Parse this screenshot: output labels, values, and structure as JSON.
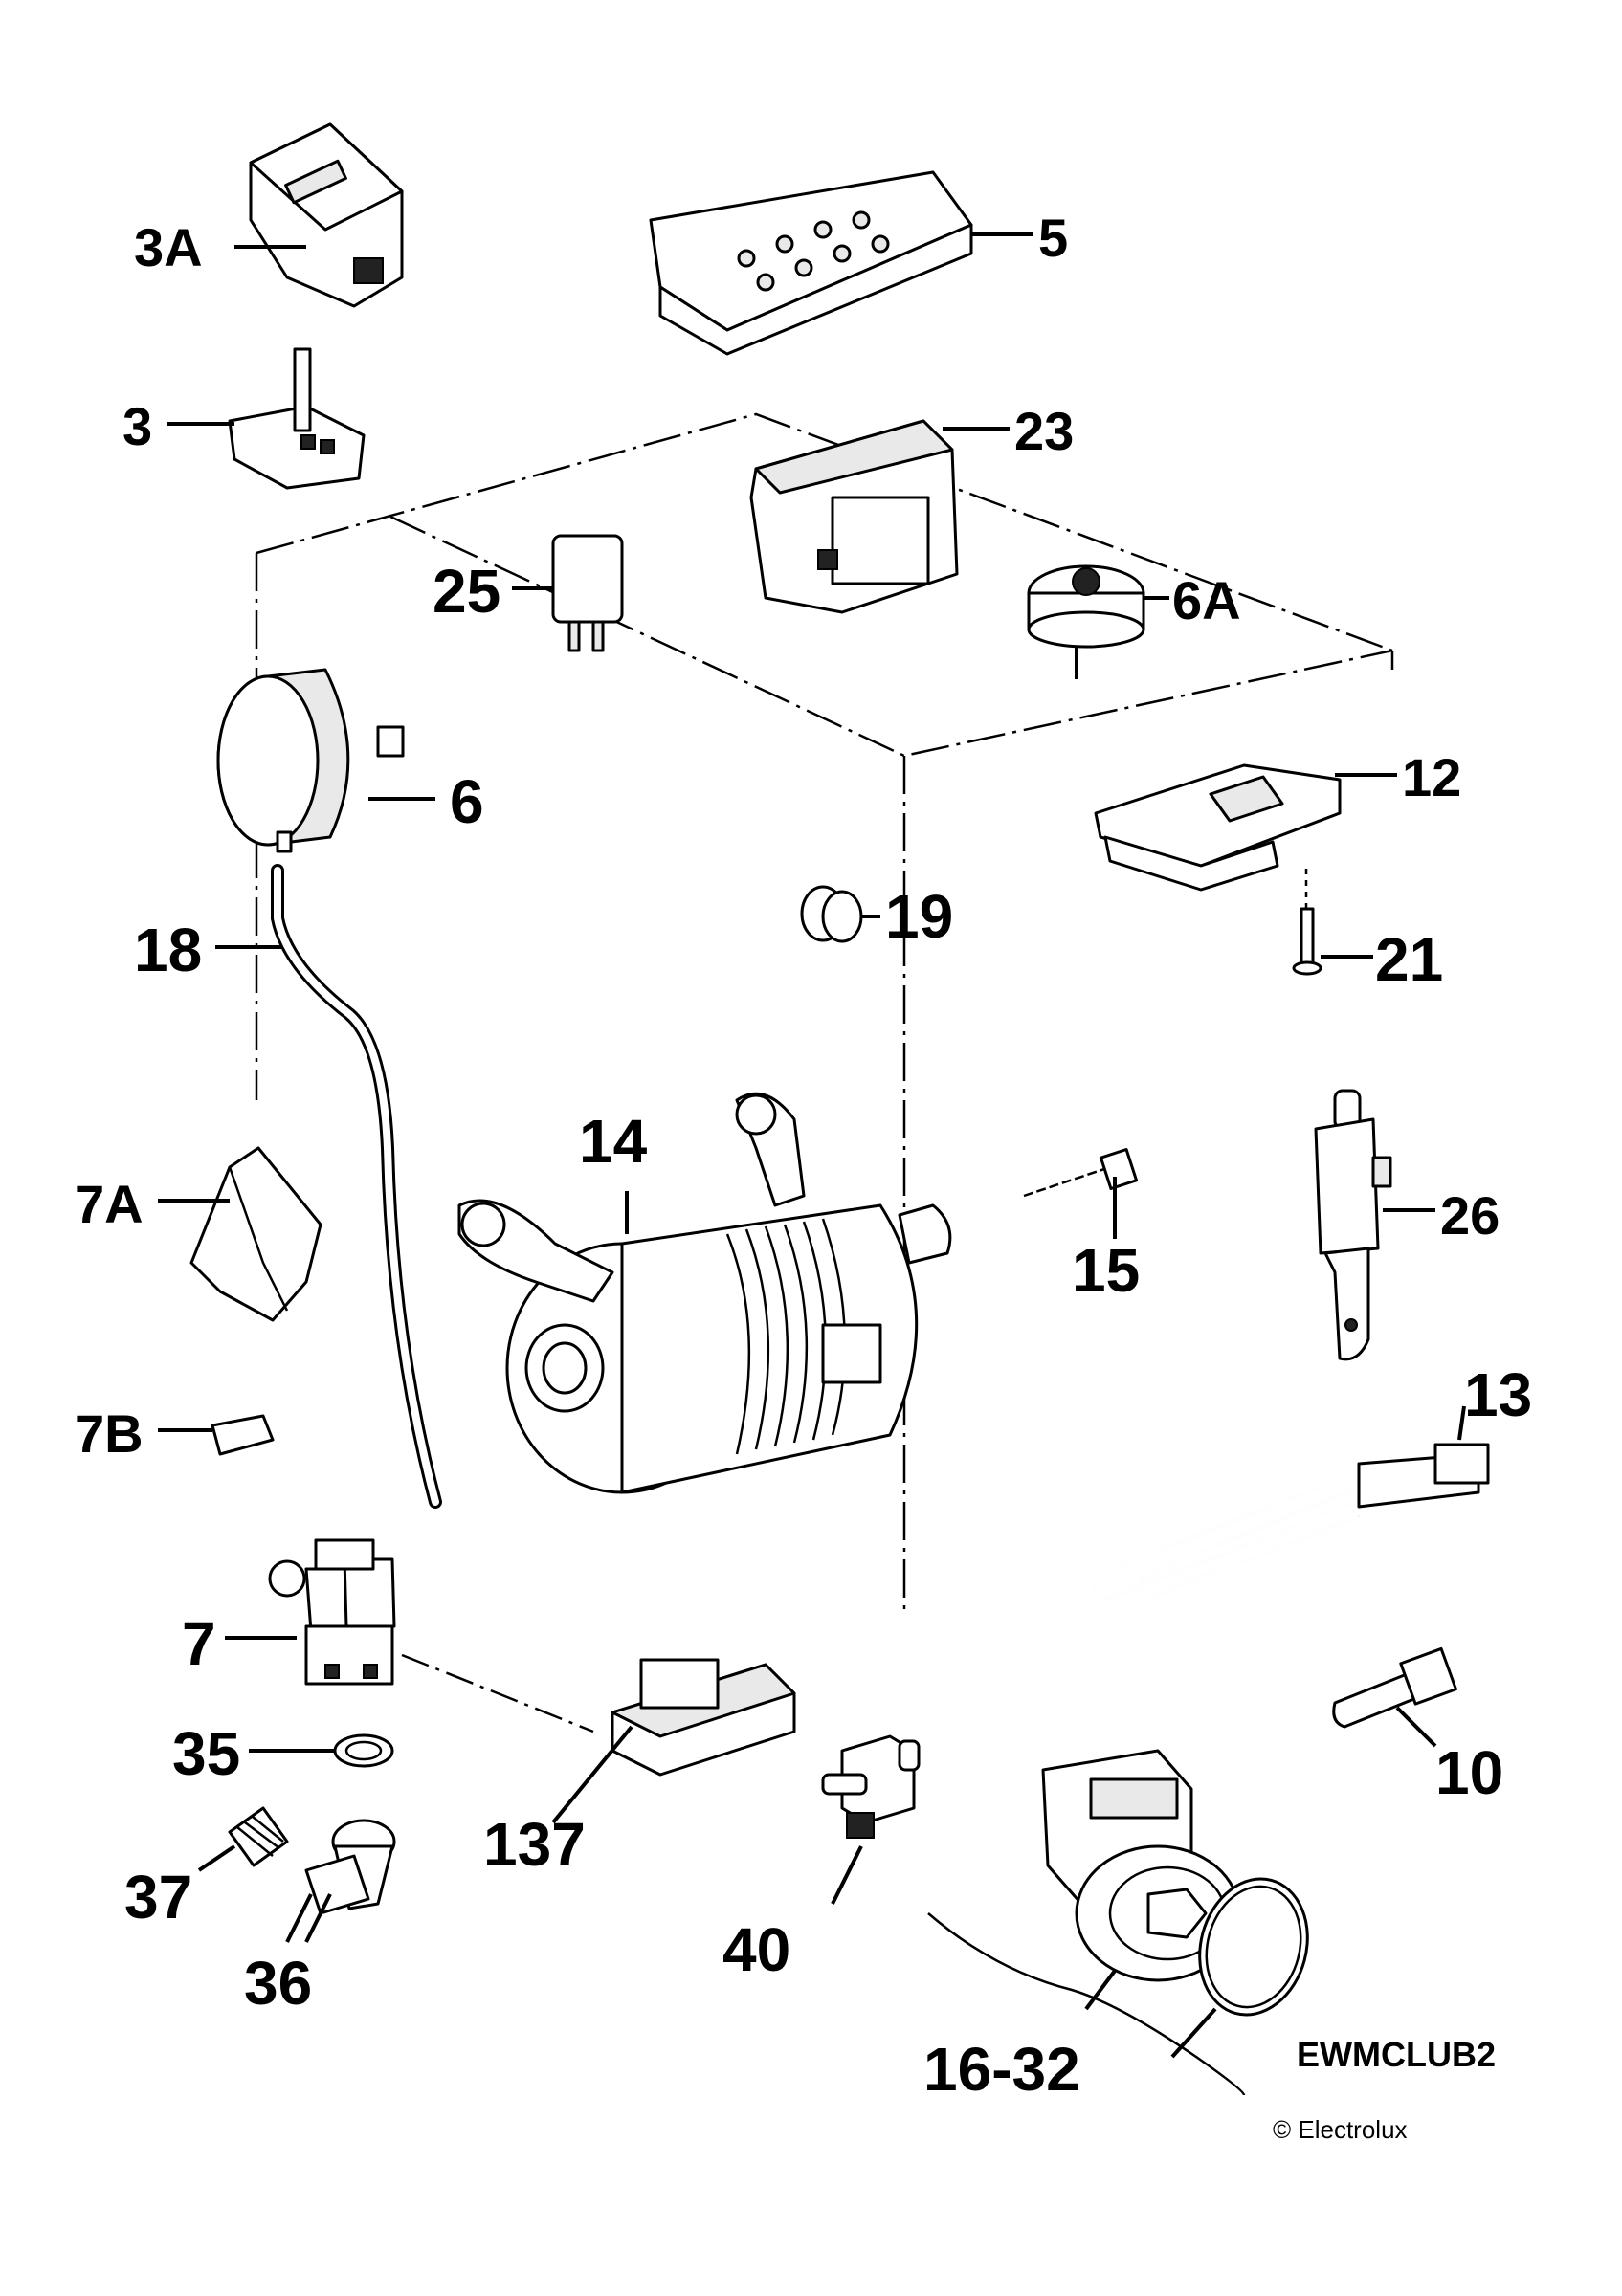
{
  "labels": {
    "p3A": "3A",
    "p5": "5",
    "p3": "3",
    "p23": "23",
    "p25": "25",
    "p6A": "6A",
    "p6": "6",
    "p12": "12",
    "p19": "19",
    "p18": "18",
    "p21": "21",
    "p14": "14",
    "p7A": "7A",
    "p15": "15",
    "p26": "26",
    "p13": "13",
    "p7B": "7B",
    "p7": "7",
    "p10": "10",
    "p35": "35",
    "p137": "137",
    "p37": "37",
    "p40": "40",
    "p36": "36",
    "p1632": "16-32"
  },
  "model_code": "EWMCLUB2",
  "copyright": "© Electrolux",
  "icons": [
    "selector-switch-icon",
    "control-board-icon",
    "electronic-module-icon",
    "relay-icon",
    "pressure-switch-icon",
    "door-lock-icon",
    "motor-icon",
    "heating-element-icon",
    "water-valve-icon",
    "drain-pump-icon",
    "screw-icon",
    "hose-icon"
  ]
}
